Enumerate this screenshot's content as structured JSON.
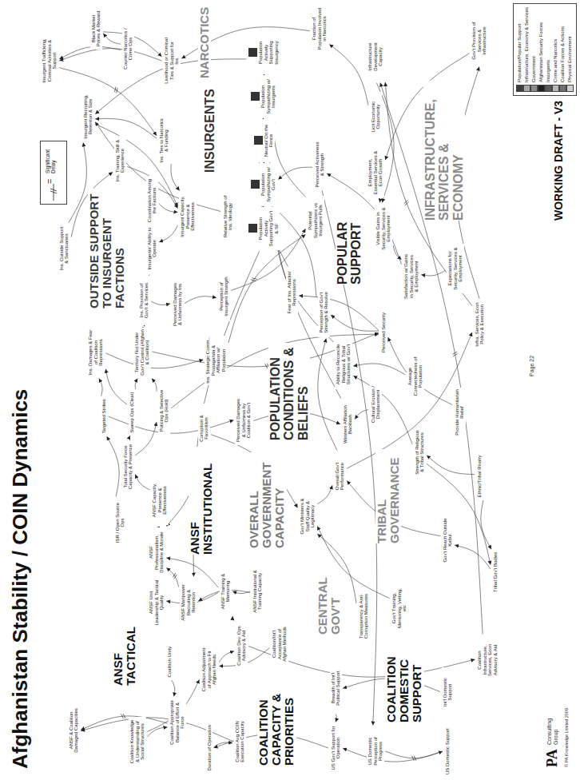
{
  "diagram": {
    "title": "Afghanistan Stability / COIN Dynamics",
    "nodes": [
      {
        "text": [
          "ANSF & Coalition Damaged Capacities"
        ]
      },
      {
        "text": [
          "Coalition Knowledge & Understanding of Social Structures"
        ]
      },
      {
        "text": [
          "Coalition Unity"
        ]
      },
      {
        "text": [
          "Coalition Appropriate Balance of Effort & Force"
        ]
      },
      {
        "text": [
          "Coalition Adjustment of Approach to Fit Afghan Needs"
        ]
      },
      {
        "text": [
          "Duration of Operation"
        ]
      },
      {
        "text": [
          "Coalition Avg COIN Execution Capacity"
        ]
      },
      {
        "text": [
          "Coalition Dev. Ops Advisory & Aid"
        ]
      },
      {
        "text": [
          "Coalition/Int'l Acceptance of Afghan Methods"
        ]
      },
      {
        "text": [
          "US Gov't Support for Operation"
        ]
      },
      {
        "text": [
          "Breadth of Int'l Political Support"
        ]
      },
      {
        "text": [
          "US Domestic Perception of Progress"
        ]
      },
      {
        "text": [
          "US Domestic Support"
        ]
      },
      {
        "text": [
          "Int'l Domestic Support"
        ]
      },
      {
        "text": [
          "Coalition Infrastructure, Services, Econ Advisory & Aid"
        ]
      },
      {
        "text": [
          "ISR / Open Source Ops"
        ]
      },
      {
        "text": [
          "Total Security Force Capacity & Presence"
        ]
      },
      {
        "text": [
          "ANSF Capacity, Presence & Effectiveness"
        ]
      },
      {
        "text": [
          "ANSF Unit Leadership & Tactical Quality"
        ]
      },
      {
        "text": [
          "ANSF Professionalism, Discipline & Morale"
        ]
      },
      {
        "text": [
          "ANSF Manpower Recruiting & Retention"
        ]
      },
      {
        "text": [
          "ANSF Training & Mentoring"
        ]
      },
      {
        "text": [
          "ANSF Institutional & Training Capacity"
        ]
      },
      {
        "text": [
          "Corruption & Favoritism"
        ]
      },
      {
        "text": [
          "Targeted Strikes"
        ]
      },
      {
        "text": [
          "Sweep Ops (Clear)"
        ]
      },
      {
        "text": [
          "Policing & Selective Ops (Hold)"
        ]
      },
      {
        "text": [
          "Ins. Damages & Fear of Coalition Repressions"
        ]
      },
      {
        "text": [
          "Territory Not Under Gov't Control (Afghan & Coalition)"
        ]
      },
      {
        "text": [
          "Ins. Strategic Comm., Propaganda & Affiliation w/ Population"
        ]
      },
      {
        "text": [
          "Perceived Damages & Unfairness by Ins"
        ]
      },
      {
        "text": [
          "Perceived Damages & Unfairness by Coalition & Gov't"
        ]
      },
      {
        "text": [
          "Perception of Insurgent Strength"
        ]
      },
      {
        "text": [
          "Ins. Provision of Gov't & Services"
        ]
      },
      {
        "text": [
          "Gov't Ministers & Staff Quality & Legitimacy"
        ]
      },
      {
        "text": [
          "Transparency & Anti-Corruption Measures"
        ]
      },
      {
        "text": [
          "Gov't Training, Mentoring, Vetting, etc"
        ]
      },
      {
        "text": [
          "Overall Gov't Performance"
        ]
      },
      {
        "text": [
          "Gov't Reach Outside Kabul"
        ]
      },
      {
        "text": [
          "Tribal Gov't Bodies"
        ]
      },
      {
        "text": [
          "Strength of Religious & Tribal Structures"
        ]
      },
      {
        "text": [
          "Ethnic/Tribal Rivalry"
        ]
      },
      {
        "text": [
          "Western Affiliation Backlash"
        ]
      },
      {
        "text": [
          "Cultural Erosion / Displacement"
        ]
      },
      {
        "text": [
          "Ability to Reconcile Religious & Tribal Structures w/ Gov't"
        ]
      },
      {
        "text": [
          "Perception of Gov't Strength & Resolve"
        ]
      },
      {
        "text": [
          "Fear of Ins. Attacks/ Repressions"
        ]
      },
      {
        "text": [
          "Perceived Security"
        ]
      },
      {
        "text": [
          "Average Connectedness of Population"
        ]
      },
      {
        "text": [
          "Provide Humanitarian Relief"
        ]
      },
      {
        "text": [
          "Population Actively Supporting Gov't & SF"
        ]
      },
      {
        "text": [
          "Population Sympathizing w/ Gov't"
        ]
      },
      {
        "text": [
          "Neutral/ On the Fence"
        ]
      },
      {
        "text": [
          "Population Sympathizing w/ Insurgents"
        ]
      },
      {
        "text": [
          "Population Actively Supporting Insurgency"
        ]
      },
      {
        "text": [
          "Insurgents' Ability to Operate"
        ]
      },
      {
        "text": [
          "Coordination Among the Factions"
        ]
      },
      {
        "text": [
          "Ins. Training, Skill & Experience"
        ]
      },
      {
        "text": [
          "Insurgent Capacity, Presence & Effectiveness"
        ]
      },
      {
        "text": [
          "Ins. Ties to Narcotics & Funding"
        ]
      },
      {
        "text": [
          "Insurgent Recruiting, Retention & Size"
        ]
      },
      {
        "text": [
          "Ins. Outside Support & Sanctuaries"
        ]
      },
      {
        "text": [
          "Counter Narcotics / Crime Ops"
        ]
      },
      {
        "text": [
          "Relative Strength of Ins. Ideology"
        ]
      },
      {
        "text": [
          "Potential Sympathizers vs Insurgent Pulls"
        ]
      },
      {
        "text": [
          "Perceived Activeness & Strength"
        ]
      },
      {
        "text": [
          "Insurgent Trafficking, Criminal Activities & Support"
        ]
      },
      {
        "text": [
          "Livelihood or Criminal Ties & Support for Ins."
        ]
      },
      {
        "text": [
          "Black Market Prices & Reward"
        ]
      },
      {
        "text": [
          "Fraction of Population Involved in Narcotics"
        ]
      },
      {
        "text": [
          "Infrastructure Development Capacity"
        ]
      },
      {
        "text": [
          "Visible Gains in Security, Services & Employment"
        ]
      },
      {
        "text": [
          "Satisfaction w/ Gains in Security, Services & Employment"
        ]
      },
      {
        "text": [
          "Expectations for Security, Services & Employment"
        ]
      },
      {
        "text": [
          "Infra, Services, Econ Policy & Execution"
        ]
      },
      {
        "text": [
          "Licit Economic Opportunity"
        ]
      },
      {
        "text": [
          "Employment, Essential Services & Econ Growth"
        ]
      },
      {
        "text": [
          "Gov't Provision of Services & Infrastructure"
        ]
      }
    ],
    "edges": [
      {
        "from": 1,
        "to": 3,
        "arrow": "to"
      },
      {
        "from": 1,
        "to": 4,
        "arrow": "to"
      },
      {
        "from": 2,
        "to": 3,
        "arrow": "to"
      },
      {
        "from": 3,
        "to": 0,
        "arrow": "to"
      },
      {
        "from": 5,
        "to": 6,
        "arrow": "to"
      },
      {
        "from": 6,
        "to": 0,
        "arrow": "to"
      },
      {
        "from": 4,
        "to": 7,
        "arrow": "to"
      },
      {
        "from": 7,
        "to": 14,
        "arrow": "to"
      },
      {
        "from": 8,
        "to": 4,
        "arrow": "to"
      },
      {
        "from": 9,
        "to": 5,
        "arrow": "to"
      },
      {
        "from": 10,
        "to": 9,
        "arrow": "to"
      },
      {
        "from": 11,
        "to": 12,
        "arrow": "to"
      },
      {
        "from": 12,
        "to": 9,
        "arrow": "to"
      },
      {
        "from": 13,
        "to": 10,
        "arrow": "to"
      },
      {
        "from": 7,
        "to": 21,
        "arrow": "to"
      },
      {
        "from": 15,
        "to": 24,
        "arrow": "to"
      },
      {
        "from": 16,
        "to": 25,
        "arrow": "to"
      },
      {
        "from": 16,
        "to": 26,
        "arrow": "to"
      },
      {
        "from": 17,
        "to": 16,
        "arrow": "to"
      },
      {
        "from": 18,
        "to": 17,
        "arrow": "to"
      },
      {
        "from": 19,
        "to": 17,
        "arrow": "to"
      },
      {
        "from": 20,
        "to": 19,
        "arrow": "to"
      },
      {
        "from": 21,
        "to": 18,
        "arrow": "to"
      },
      {
        "from": 21,
        "to": 19,
        "arrow": "to"
      },
      {
        "from": 22,
        "to": 21,
        "arrow": "to"
      },
      {
        "from": 22,
        "to": 20,
        "arrow": "to"
      },
      {
        "from": 23,
        "to": 19,
        "arrow": "to"
      },
      {
        "from": 24,
        "to": 27,
        "arrow": "to"
      },
      {
        "from": 25,
        "to": 28,
        "arrow": "to"
      },
      {
        "from": 26,
        "to": 28,
        "arrow": "to"
      },
      {
        "from": 25,
        "to": 27,
        "arrow": "to"
      },
      {
        "from": 27,
        "to": 29,
        "arrow": "to"
      },
      {
        "from": 28,
        "to": 33,
        "arrow": "to"
      },
      {
        "from": 24,
        "to": 31,
        "arrow": "to"
      },
      {
        "from": 31,
        "to": 42,
        "arrow": "to"
      },
      {
        "from": 28,
        "to": 47,
        "arrow": "to"
      },
      {
        "from": 26,
        "to": 47,
        "arrow": "to"
      },
      {
        "from": 33,
        "to": 30,
        "arrow": "to"
      },
      {
        "from": 30,
        "to": 32,
        "arrow": "to"
      },
      {
        "from": 55,
        "to": 28,
        "arrow": "to"
      },
      {
        "from": 58,
        "to": 55,
        "arrow": "to"
      },
      {
        "from": 56,
        "to": 58,
        "arrow": "to"
      },
      {
        "from": 57,
        "to": 58,
        "arrow": "to"
      },
      {
        "from": 59,
        "to": 58,
        "arrow": "to"
      },
      {
        "from": 60,
        "to": 58,
        "arrow": "to"
      },
      {
        "from": 61,
        "to": 60,
        "arrow": "to"
      },
      {
        "from": 61,
        "to": 57,
        "arrow": "to"
      },
      {
        "from": 59,
        "to": 60,
        "arrow": "to"
      },
      {
        "from": 66,
        "to": 59,
        "arrow": "to"
      },
      {
        "from": 67,
        "to": 66,
        "arrow": "to"
      },
      {
        "from": 68,
        "to": 67,
        "arrow": "to"
      },
      {
        "from": 62,
        "to": 66,
        "arrow": "to"
      },
      {
        "from": 62,
        "to": 68,
        "arrow": "to"
      },
      {
        "from": 69,
        "to": 67,
        "arrow": "to"
      },
      {
        "from": 63,
        "to": 60,
        "arrow": "to"
      },
      {
        "from": 54,
        "to": 60,
        "arrow": "to"
      },
      {
        "from": 53,
        "to": 54,
        "arrow": "to"
      },
      {
        "from": 52,
        "to": 53,
        "arrow": "to"
      },
      {
        "from": 51,
        "to": 52,
        "arrow": "to"
      },
      {
        "from": 50,
        "to": 51,
        "arrow": "to"
      },
      {
        "from": 64,
        "to": 53,
        "arrow": "to"
      },
      {
        "from": 65,
        "to": 51,
        "arrow": "to"
      },
      {
        "from": 29,
        "to": 64,
        "arrow": "to"
      },
      {
        "from": 32,
        "to": 64,
        "arrow": "to"
      },
      {
        "from": 46,
        "to": 53,
        "arrow": "to"
      },
      {
        "from": 45,
        "to": 51,
        "arrow": "to"
      },
      {
        "from": 47,
        "to": 45,
        "arrow": "to"
      },
      {
        "from": 47,
        "to": 46,
        "arrow": "to"
      },
      {
        "from": 42,
        "to": 53,
        "arrow": "to"
      },
      {
        "from": 43,
        "to": 42,
        "arrow": "to"
      },
      {
        "from": 44,
        "to": 51,
        "arrow": "to"
      },
      {
        "from": 40,
        "to": 44,
        "arrow": "to"
      },
      {
        "from": 41,
        "to": 40,
        "arrow": "to"
      },
      {
        "from": 48,
        "to": 44,
        "arrow": "to"
      },
      {
        "from": 49,
        "to": 47,
        "arrow": "to"
      },
      {
        "from": 35,
        "to": 34,
        "arrow": "to"
      },
      {
        "from": 36,
        "to": 34,
        "arrow": "to"
      },
      {
        "from": 34,
        "to": 37,
        "arrow": "to"
      },
      {
        "from": 37,
        "to": 45,
        "arrow": "to"
      },
      {
        "from": 37,
        "to": 74,
        "arrow": "to"
      },
      {
        "from": 38,
        "to": 37,
        "arrow": "to"
      },
      {
        "from": 39,
        "to": 38,
        "arrow": "to"
      },
      {
        "from": 40,
        "to": 39,
        "arrow": "to"
      },
      {
        "from": 41,
        "to": 39,
        "arrow": "to"
      },
      {
        "from": 23,
        "to": 34,
        "arrow": "to"
      },
      {
        "from": 14,
        "to": 70,
        "arrow": "to"
      },
      {
        "from": 70,
        "to": 71,
        "arrow": "to"
      },
      {
        "from": 71,
        "to": 72,
        "arrow": "to"
      },
      {
        "from": 73,
        "to": 72,
        "arrow": "to"
      },
      {
        "from": 72,
        "to": 65,
        "arrow": "to"
      },
      {
        "from": 74,
        "to": 70,
        "arrow": "to"
      },
      {
        "from": 75,
        "to": 69,
        "arrow": "to"
      },
      {
        "from": 76,
        "to": 71,
        "arrow": "to"
      },
      {
        "from": 77,
        "to": 76,
        "arrow": "to"
      },
      {
        "from": 74,
        "to": 77,
        "arrow": "to"
      },
      {
        "from": 50,
        "to": 20,
        "arrow": "to"
      },
      {
        "from": 65,
        "to": 11,
        "arrow": "to"
      }
    ],
    "labels": [
      "ANSF TACTICAL",
      "ANSF INSTITUTIONAL",
      "COALITION CAPACITY & PRIORITIES",
      "COALITION DOMESTIC SUPPORT",
      "CENTRAL GOV'T",
      "OVERALL GOVERNMENT CAPACITY",
      "TRIBAL GOVERNANCE",
      "POPULATION CONDITIONS & BELIEFS",
      "OUTSIDE SUPPORT TO INSURGENT FACTIONS",
      "INSURGENTS",
      "NARCOTICS",
      "POPULAR SUPPORT",
      "INFRASTRUCTURE, SERVICES & ECONOMY",
      "=",
      "WORKING DRAFT - V3",
      "Page 22",
      "PA",
      "Consulting Group",
      "© PA Knowledge Limited 2009"
    ],
    "legend": [
      {
        "text": "Population/Popular Support",
        "color": "#3c3c3c"
      },
      {
        "text": "Infrastructure, Economy & Services",
        "color": "#a8a8a8"
      },
      {
        "text": "Government",
        "color": "#8c8c8c"
      },
      {
        "text": "Afghanistan Security Forces",
        "color": "#1e1e1e"
      },
      {
        "text": "Insurgents",
        "color": "#5a5a5a"
      },
      {
        "text": "Crime and Narcotics",
        "color": "#b8b8b8"
      },
      {
        "text": "Coalition Forces & Actions",
        "color": "#707070"
      },
      {
        "text": "Physical Environment",
        "color": "#d0d0d0"
      },
      {
        "text": "Significant Delay"
      }
    ]
  }
}
